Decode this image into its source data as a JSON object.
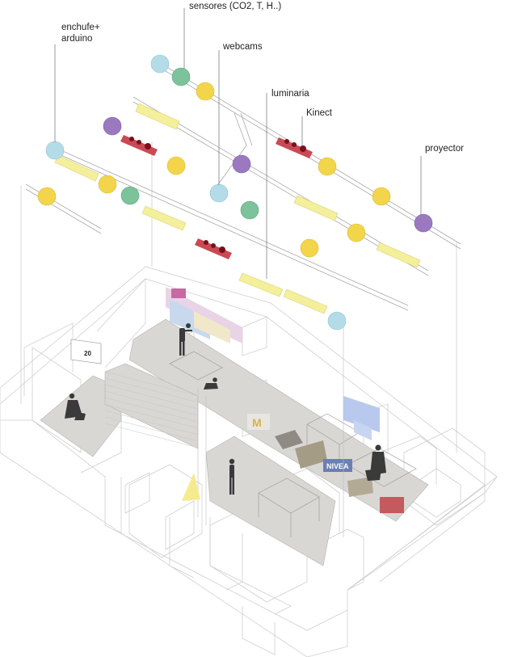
{
  "labels": {
    "enchufe": "enchufe+ arduino",
    "sensores": "sensores (CO2, T, H..)",
    "webcams": "webcams",
    "luminaria": "luminaria",
    "kinect": "Kinect",
    "proyector": "proyector"
  },
  "legend_colors": {
    "webcam": "#b3dce8",
    "sensor": "#7cc29a",
    "socket_arduino": "#f2d54a",
    "projector": "#9b79c0",
    "kinect": "#b01e2e",
    "luminaire": "#f4ef9a"
  },
  "scene_text": {
    "brand_nivea": "NIVEA",
    "brand_mc": "M",
    "panel_number": "20"
  }
}
